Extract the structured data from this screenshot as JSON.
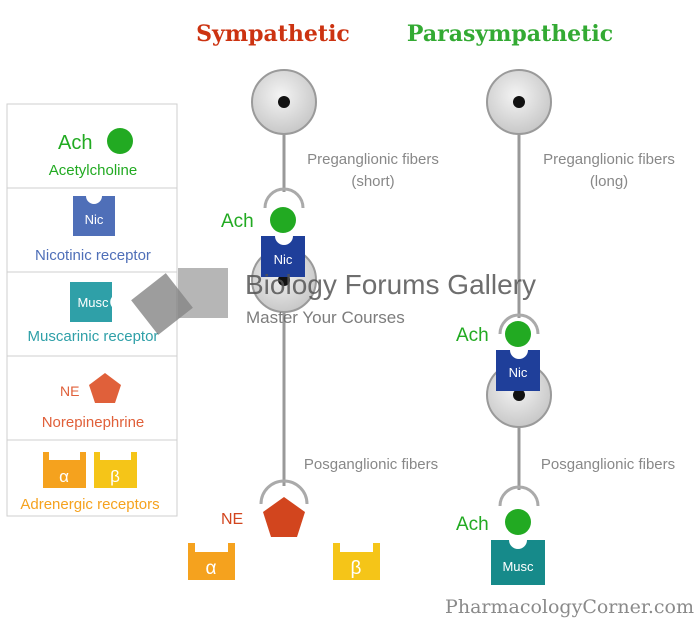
{
  "titles": {
    "sympathetic": "Sympathetic",
    "parasympathetic": "Parasympathetic"
  },
  "colors": {
    "sympathetic_title": "#cc3311",
    "parasympathetic_title": "#33aa33",
    "ach_green": "#22aa22",
    "nic_blue": "#1f3f9a",
    "legend_nic_blue": "#4f6fb8",
    "musc_teal": "#168a8a",
    "legend_musc_teal": "#2fa0a8",
    "ne_orange": "#d2451e",
    "legend_ne_orange": "#e0603a",
    "alpha_orange": "#f5a21e",
    "beta_yellow": "#f5c518",
    "fiber_gray": "#999999",
    "label_gray": "#888888"
  },
  "legend": {
    "ach": {
      "symbol": "Ach",
      "label": "Acetylcholine"
    },
    "nic": {
      "symbol": "Nic",
      "label": "Nicotinic receptor"
    },
    "musc": {
      "symbol": "Musc",
      "label": "Muscarinic receptor"
    },
    "ne": {
      "symbol": "NE",
      "label": "Norepinephrine"
    },
    "adrenergic": {
      "alpha": "α",
      "beta": "β",
      "label": "Adrenergic receptors"
    }
  },
  "sympathetic": {
    "preganglionic": {
      "line1": "Preganglionic fibers",
      "line2": "(short)"
    },
    "postganglionic": "Posganglionic fibers",
    "ganglion_transmitter": "Ach",
    "ganglion_receptor": "Nic",
    "effector_transmitter": "NE",
    "effector_receptor_alpha": "α",
    "effector_receptor_beta": "β"
  },
  "parasympathetic": {
    "preganglionic": {
      "line1": "Preganglionic fibers",
      "line2": "(long)"
    },
    "postganglionic": "Posganglionic fibers",
    "ganglion_transmitter": "Ach",
    "ganglion_receptor": "Nic",
    "effector_transmitter": "Ach",
    "effector_receptor": "Musc"
  },
  "watermark": {
    "title": "Biology Forums Gallery",
    "subtitle": "Master Your Courses"
  },
  "credit": "PharmacologyCorner.com"
}
